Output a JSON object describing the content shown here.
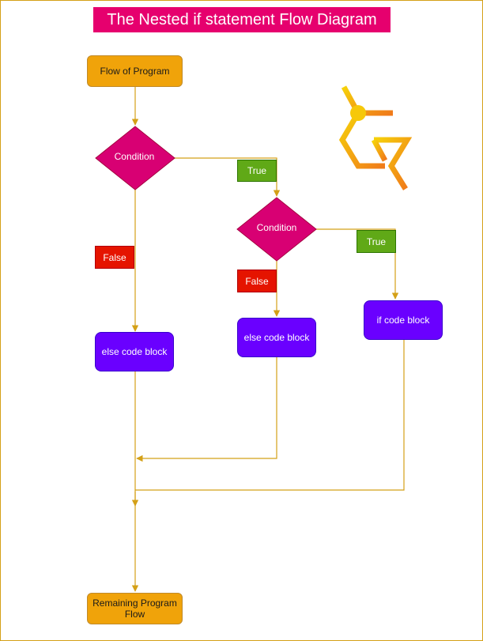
{
  "title": "The Nested if statement Flow Diagram",
  "nodes": {
    "start": "Flow of Program",
    "condition_1": "Condition",
    "condition_2": "Condition",
    "else_block_1": "else code block",
    "else_block_2": "else code block",
    "if_block": "if code block",
    "end": "Remaining Program Flow"
  },
  "labels": {
    "true_1": "True",
    "true_2": "True",
    "false_1": "False",
    "false_2": "False"
  },
  "colors": {
    "title_bg": "#e6006e",
    "terminal": "#f0a30a",
    "decision": "#d80073",
    "block": "#6a00ff",
    "true": "#60a917",
    "false": "#e51400",
    "connector": "#d4a017"
  },
  "logo": {
    "icon": "stylized-g-logo"
  }
}
